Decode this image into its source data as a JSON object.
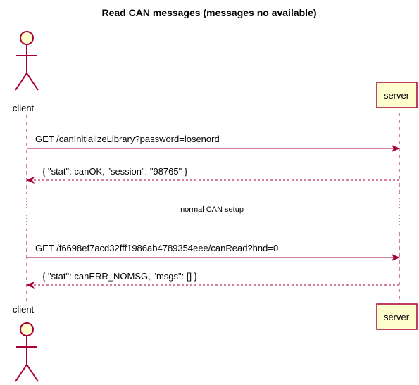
{
  "title": "Read CAN messages (messages no available)",
  "participants": {
    "client": "client",
    "server": "server"
  },
  "messages": [
    "GET /canInitializeLibrary?password=losenord",
    "{ \"stat\": canOK, \"session\": \"98765\" }",
    "GET /f6698ef7acd32fff1986ab4789354eee/canRead?hnd=0",
    "{ \"stat\": canERR_NOMSG, \"msgs\": [] }"
  ],
  "divider": "normal CAN setup",
  "colors": {
    "arrow": "#A80036",
    "participant_fill": "#FEFECE",
    "participant_border": "#A80036",
    "lifeline": "#A80036"
  }
}
